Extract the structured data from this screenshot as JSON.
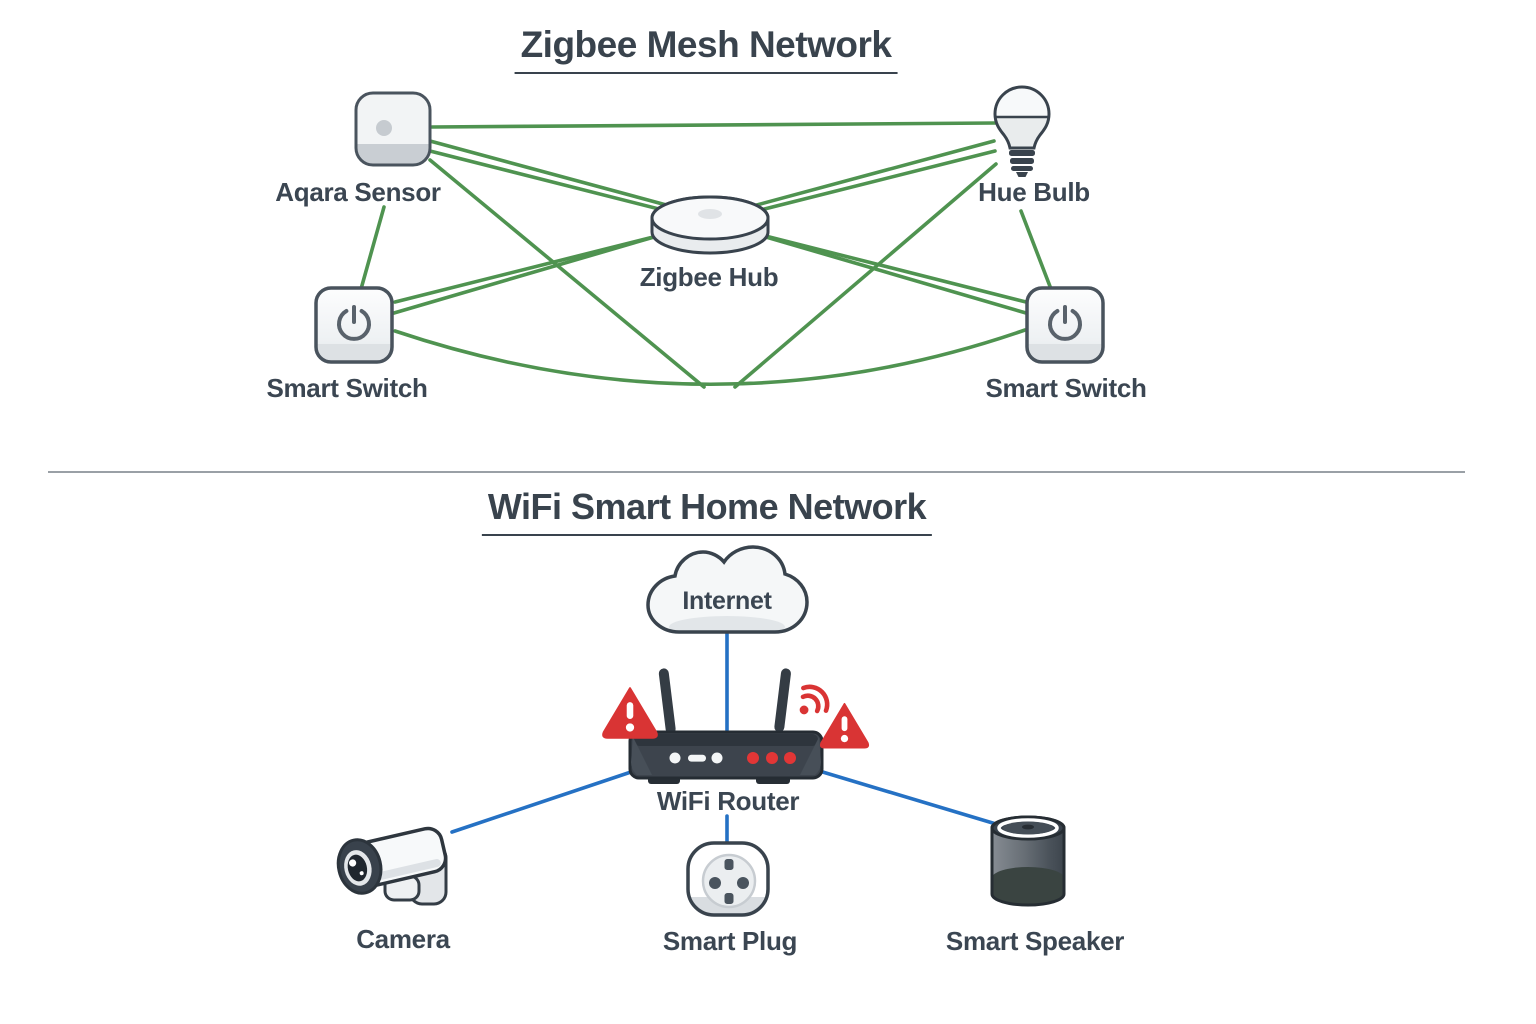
{
  "zigbee_section": {
    "title": "Zigbee Mesh Network",
    "nodes": [
      {
        "id": "aqara-sensor",
        "label": "Aqara Sensor"
      },
      {
        "id": "hue-bulb",
        "label": "Hue Bulb"
      },
      {
        "id": "zigbee-hub",
        "label": "Zigbee Hub"
      },
      {
        "id": "smart-switch-left",
        "label": "Smart Switch"
      },
      {
        "id": "smart-switch-right",
        "label": "Smart Switch"
      }
    ],
    "links": [
      [
        "aqara-sensor",
        "hue-bulb"
      ],
      [
        "aqara-sensor",
        "zigbee-hub"
      ],
      [
        "aqara-sensor",
        "smart-switch-left"
      ],
      [
        "aqara-sensor",
        "smart-switch-right"
      ],
      [
        "hue-bulb",
        "zigbee-hub"
      ],
      [
        "hue-bulb",
        "smart-switch-left"
      ],
      [
        "hue-bulb",
        "smart-switch-right"
      ],
      [
        "zigbee-hub",
        "smart-switch-left"
      ],
      [
        "zigbee-hub",
        "smart-switch-right"
      ],
      [
        "smart-switch-left",
        "smart-switch-right"
      ]
    ],
    "link_color": "#4f9350"
  },
  "wifi_section": {
    "title": "WiFi Smart Home Network",
    "nodes": [
      {
        "id": "internet",
        "label": "Internet"
      },
      {
        "id": "wifi-router",
        "label": "WiFi Router"
      },
      {
        "id": "camera",
        "label": "Camera"
      },
      {
        "id": "smart-plug",
        "label": "Smart Plug"
      },
      {
        "id": "smart-speaker",
        "label": "Smart Speaker"
      }
    ],
    "links": [
      [
        "internet",
        "wifi-router"
      ],
      [
        "wifi-router",
        "camera"
      ],
      [
        "wifi-router",
        "smart-plug"
      ],
      [
        "wifi-router",
        "smart-speaker"
      ]
    ],
    "link_color": "#2571c4",
    "alerts": {
      "color": "#d93434",
      "icons": [
        "warning-triangle-left",
        "wifi-signal-warning",
        "warning-triangle-right"
      ]
    }
  },
  "text_color": "#3b4652"
}
